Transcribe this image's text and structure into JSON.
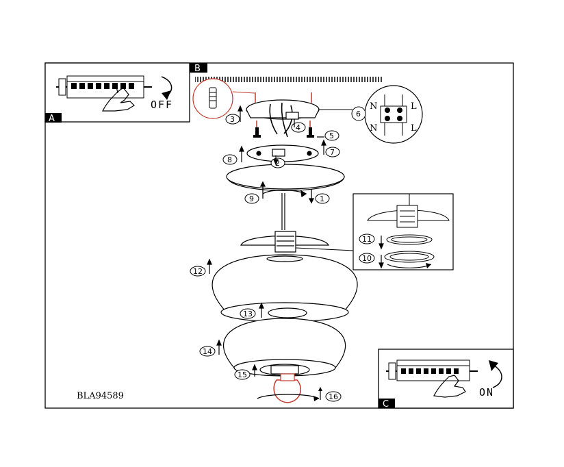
{
  "model_code": "BLA94589",
  "panels": {
    "a": {
      "tag": "A",
      "action": "OFF"
    },
    "b": {
      "tag": "B"
    },
    "c": {
      "tag": "C",
      "action": "ON"
    }
  },
  "terminal_labels": {
    "n_top": "N",
    "l_top": "L",
    "n_bottom": "N",
    "l_bottom": "L"
  },
  "step_numbers": [
    "1",
    "2",
    "3",
    "4",
    "5",
    "6",
    "7",
    "8",
    "9",
    "10",
    "11",
    "12",
    "13",
    "14",
    "15",
    "16"
  ]
}
